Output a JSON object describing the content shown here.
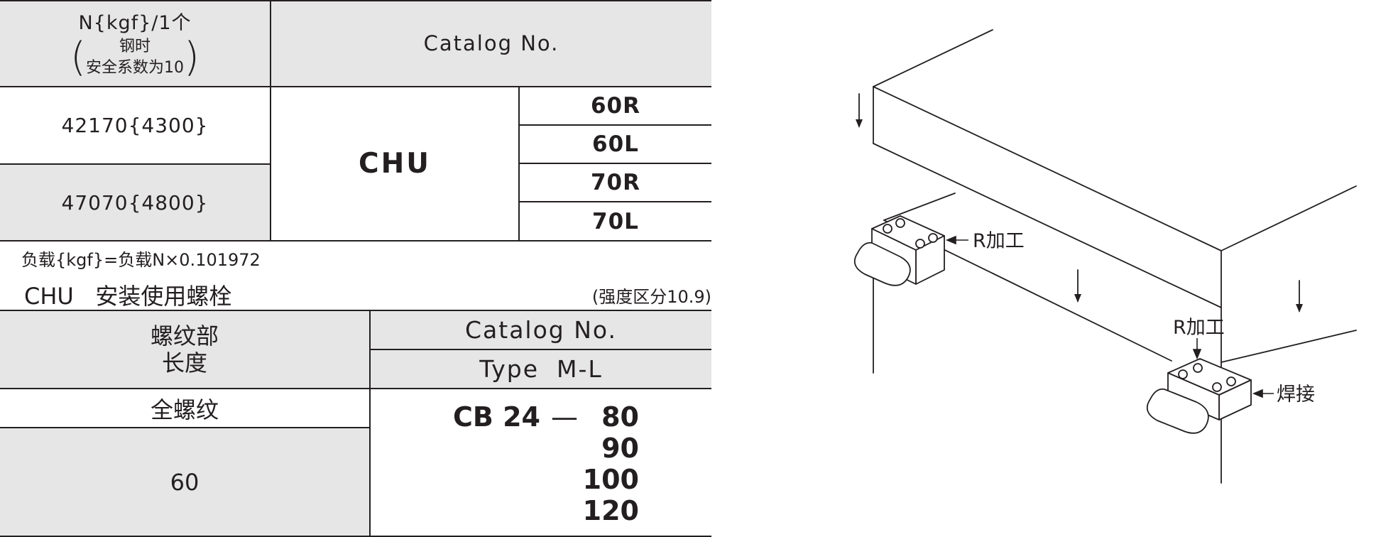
{
  "table1": {
    "header_load": "N{kgf}/1个",
    "header_load_note_1": "钢时",
    "header_load_note_2": "安全系数为10",
    "paren_open": "(",
    "paren_close": ")",
    "header_catalog": "Catalog  No.",
    "model": "CHU",
    "rows": [
      {
        "load": "42170{4300}",
        "sizes": [
          "60R",
          "60L"
        ]
      },
      {
        "load": "47070{4800}",
        "sizes": [
          "70R",
          "70L"
        ]
      }
    ]
  },
  "formula_note": "负载{kgf}=负载N×0.101972",
  "bolt_section": {
    "title": "CHU   安装使用螺栓",
    "strength_note": "(强度区分10.9)"
  },
  "table2": {
    "header_thread_1": "螺纹部",
    "header_thread_2": "长度",
    "header_catalog": "Catalog No.",
    "header_type": "Type  M-L",
    "full_thread": "全螺纹",
    "length": "60",
    "bolt_prefix": "CB 24",
    "dash": "—",
    "bolt_lengths": [
      "80",
      "90",
      "100",
      "120"
    ]
  },
  "diagram": {
    "label_r_processing": "R加工",
    "label_weld": "焊接"
  }
}
